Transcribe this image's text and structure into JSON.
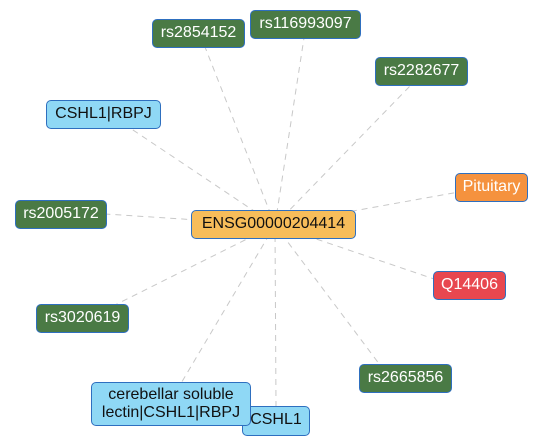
{
  "center_node": {
    "label": "ENSG00000204414"
  },
  "nodes": {
    "rs2854152": {
      "label": "rs2854152"
    },
    "rs116993097": {
      "label": "rs116993097"
    },
    "rs2282677": {
      "label": "rs2282677"
    },
    "cshl1_rbpj": {
      "label": "CSHL1|RBPJ"
    },
    "pituitary": {
      "label": "Pituitary"
    },
    "rs2005172": {
      "label": "rs2005172"
    },
    "q14406": {
      "label": "Q14406"
    },
    "rs3020619": {
      "label": "rs3020619"
    },
    "rs2665856": {
      "label": "rs2665856"
    },
    "cerebellar": {
      "label": "cerebellar soluble lectin|CSHL1|RBPJ"
    },
    "cshl1": {
      "label": "CSHL1"
    }
  },
  "colors": {
    "snp": "#4a7a45",
    "gene": "#8fd8f5",
    "center": "#f7bd5a",
    "tissue": "#f5923e",
    "protein": "#e8474f",
    "edge": "#c8c8c8",
    "border": "#2e6fbf"
  }
}
